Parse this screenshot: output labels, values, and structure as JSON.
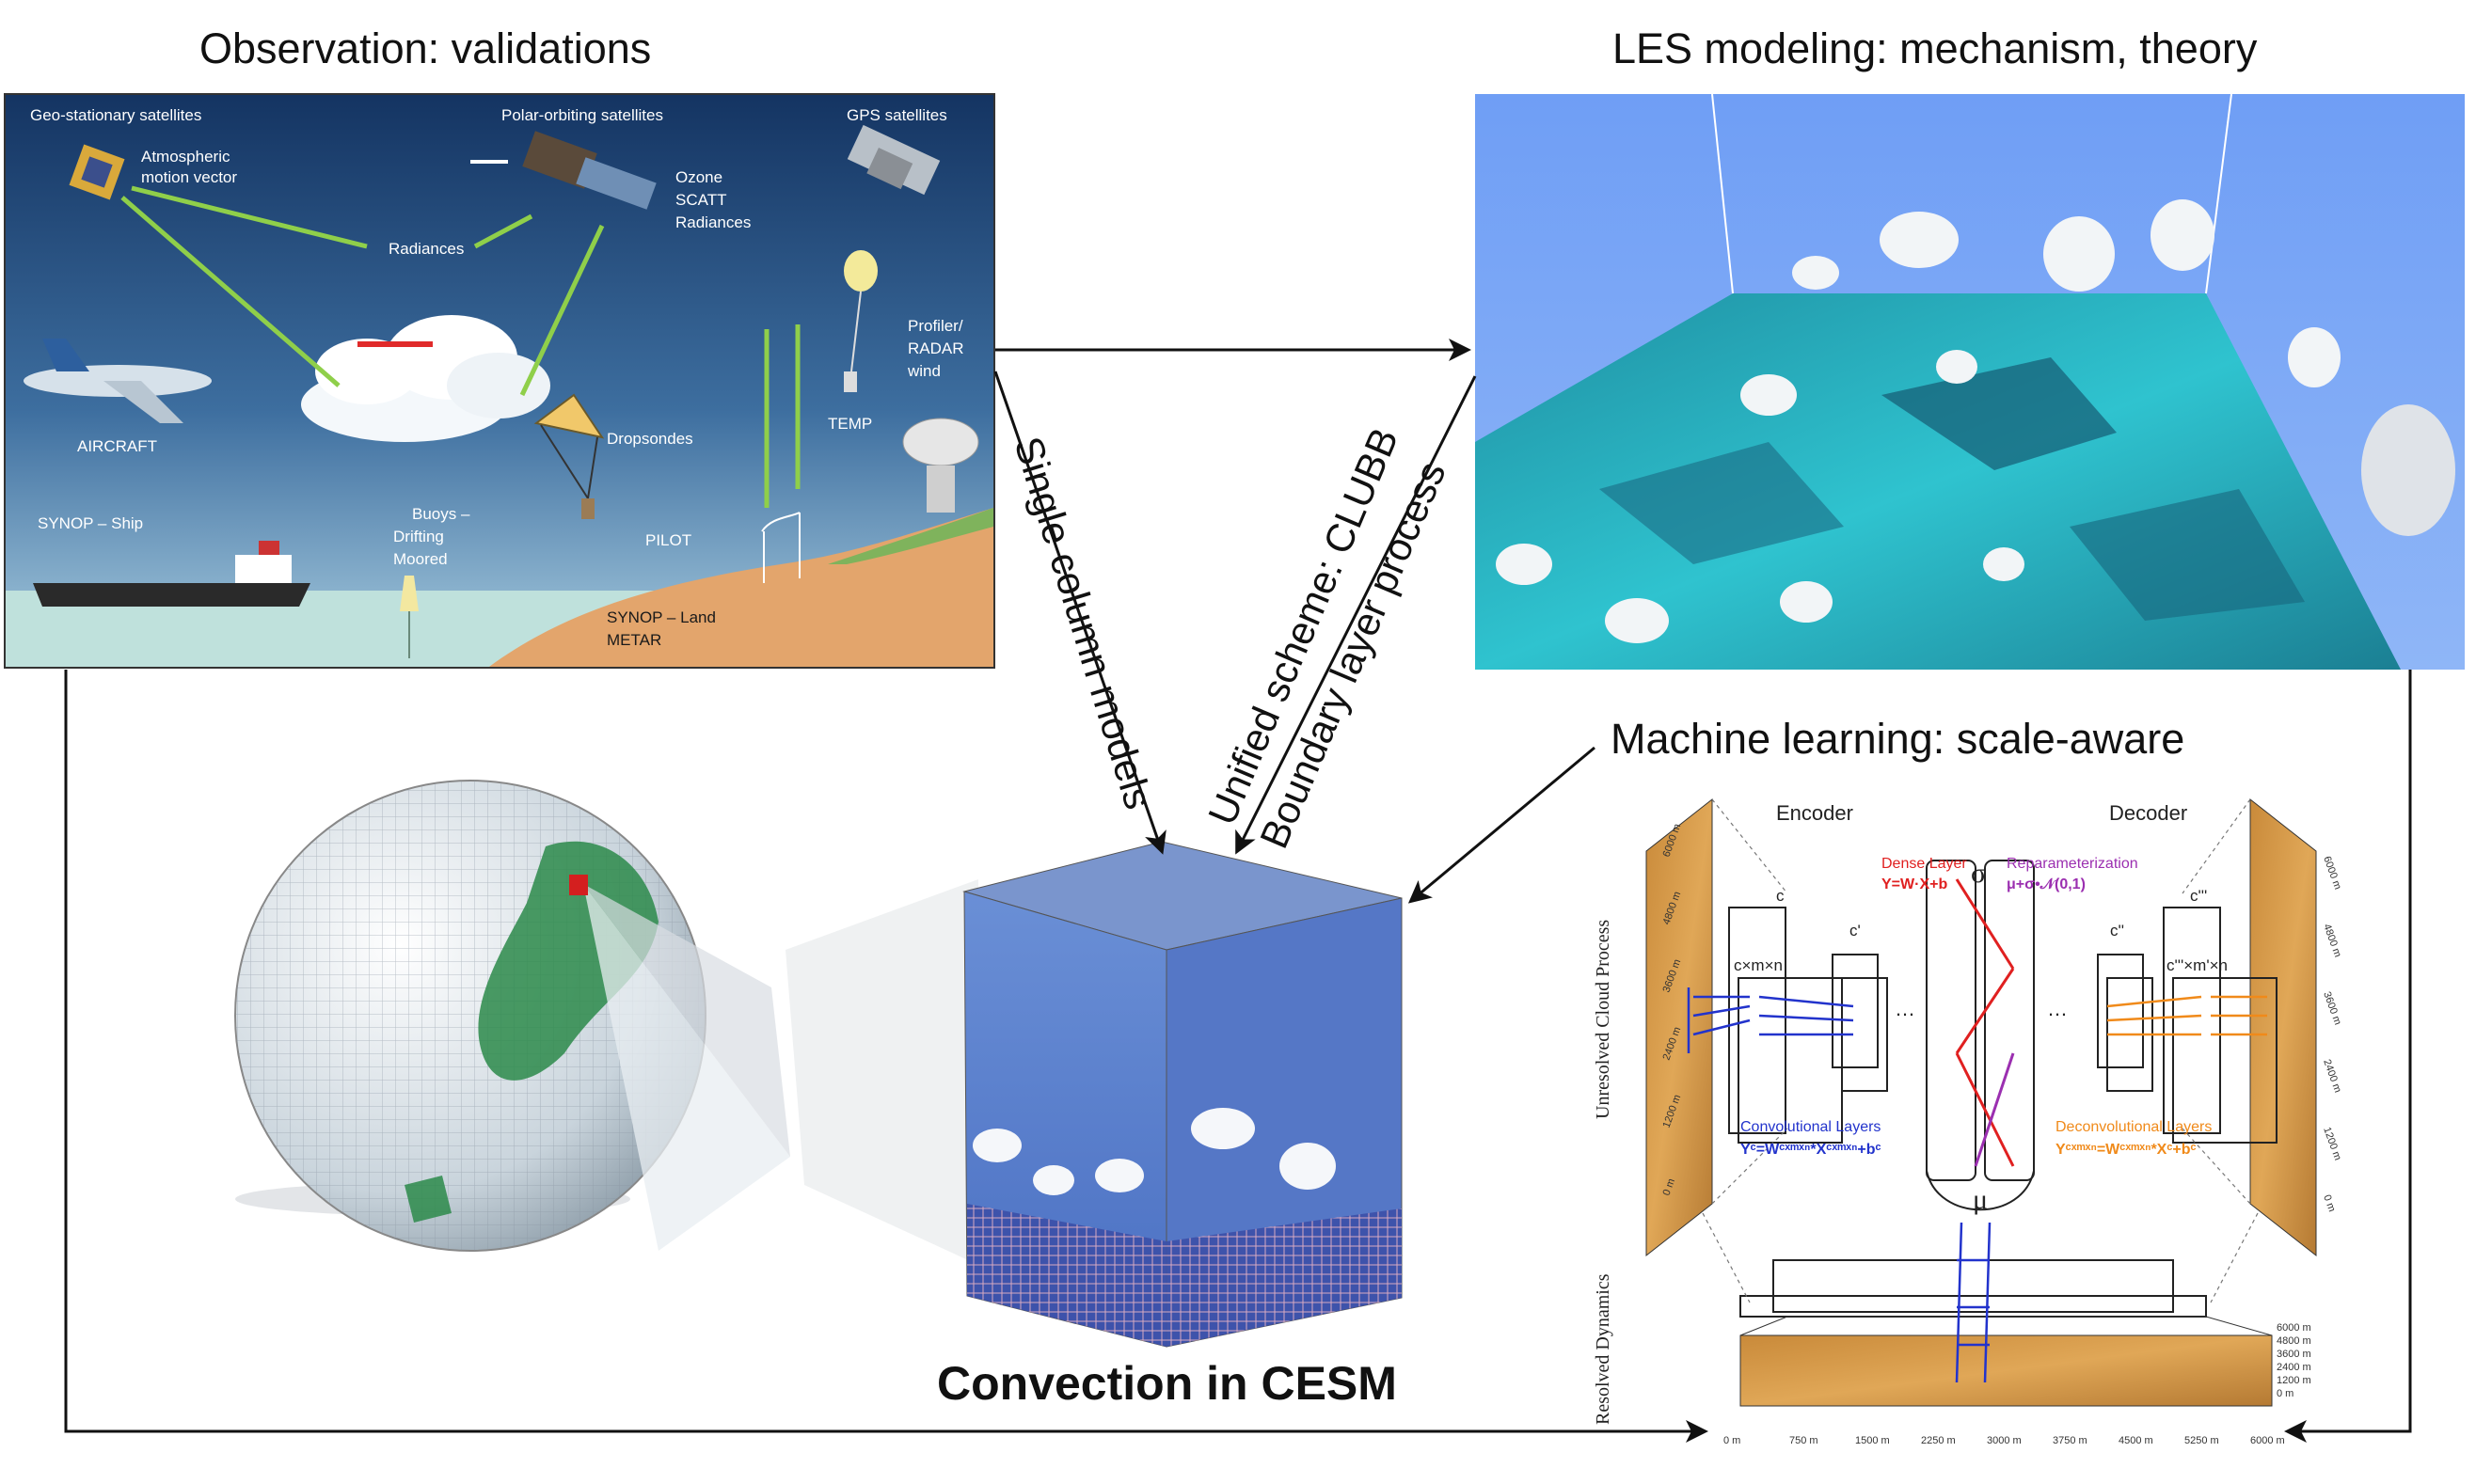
{
  "headings": {
    "observation": "Observation: validations",
    "les": "LES modeling: mechanism, theory",
    "ml": "Machine learning: scale-aware",
    "cesm": "Convection in CESM"
  },
  "arrows": {
    "single_column": "Single column models",
    "unified_line1": "Unified scheme: CLUBB",
    "unified_line2": "Boundary layer process"
  },
  "observation_panel": {
    "geo_satellites": "Geo-stationary satellites",
    "polar_satellites": "Polar-orbiting satellites",
    "gps_satellites": "GPS satellites",
    "amv_line1": "Atmospheric",
    "amv_line2": "motion vector",
    "radiances": "Radiances",
    "ozone": "Ozone",
    "scatt": "SCATT",
    "radiances2": "Radiances",
    "profiler": "Profiler/",
    "radar": "RADAR",
    "wind": "wind",
    "aircraft": "AIRCRAFT",
    "dropsondes": "Dropsondes",
    "temp": "TEMP",
    "synop_ship": "SYNOP – Ship",
    "buoys_line1": "Buoys –",
    "buoys_line2": "Drifting",
    "buoys_line3": "Moored",
    "pilot": "PILOT",
    "synop_land": "SYNOP – Land",
    "metar": "METAR"
  },
  "ml_panel": {
    "encoder": "Encoder",
    "decoder": "Decoder",
    "unresolved": "Unresolved Cloud Process",
    "resolved": "Resolved Dynamics",
    "dense_layer": "Dense Layer",
    "dense_eq": "Y=W·X+b",
    "reparam": "Reparameterization",
    "reparam_eq": "μ+σ•𝒩(0,1)",
    "sigma": "σ",
    "mu": "μ",
    "conv_layers": "Convolutional Layers",
    "conv_eq": "Yᶜ=Wᶜˣᵐˣⁿ*Xᶜˣᵐˣⁿ+bᶜ",
    "deconv_layers": "Deconvolutional Layers",
    "deconv_eq": "Yᶜˣᵐˣⁿ=Wᶜˣᵐˣⁿ*Xᶜ+bᶜ",
    "c": "c",
    "c1": "c'",
    "c2": "c''",
    "c3": "c'''",
    "cxmxn": "c×m×n",
    "cxmxn2": "c'''×m'×n",
    "dots": "…",
    "left_ticks": [
      "0 m",
      "1200 m",
      "2400 m",
      "3600 m",
      "4800 m",
      "6000 m"
    ],
    "right_ticks": [
      "0 m",
      "1200 m",
      "2400 m",
      "3600 m",
      "4800 m",
      "6000 m"
    ],
    "bottom_ticks": [
      "0 m",
      "750 m",
      "1500 m",
      "2250 m",
      "3000 m",
      "3750 m",
      "4500 m",
      "5250 m",
      "6000 m"
    ],
    "slab_ticks": [
      "6000 m",
      "4800 m",
      "3600 m",
      "2400 m",
      "1200 m",
      "0 m"
    ]
  },
  "colors": {
    "blue": "#2233cc",
    "orange": "#f08a1a",
    "red": "#e02020",
    "purple": "#9b2fb0",
    "sky_top": "#163a6b",
    "sky_bottom": "#9ec4dc",
    "les_sky": "#7aa6f5",
    "ocean": "#27b7c8"
  }
}
